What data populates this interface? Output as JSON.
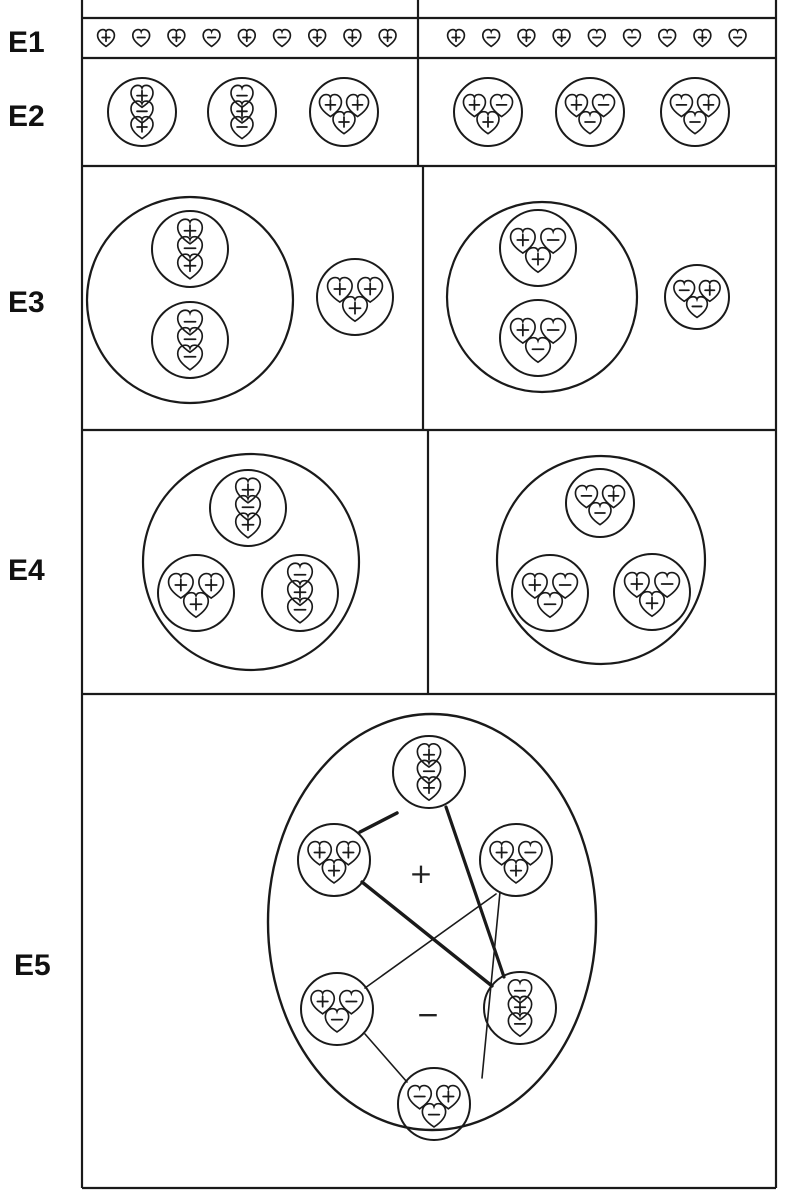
{
  "colors": {
    "ink": "#1a1a1a",
    "paper": "#ffffff"
  },
  "rows": {
    "e1": {
      "label": "E1",
      "left": [
        "+",
        "−",
        "+",
        "−",
        "+",
        "−",
        "+",
        "+",
        "+"
      ],
      "right": [
        "+",
        "−",
        "+",
        "+",
        "−",
        "−",
        "−",
        "+",
        "−"
      ]
    },
    "e2": {
      "label": "E2",
      "groups": [
        [
          "+",
          "−",
          "+"
        ],
        [
          "−",
          "+",
          "−"
        ],
        [
          "+",
          "+",
          "+"
        ],
        [
          "+",
          "−",
          "+"
        ],
        [
          "+",
          "−",
          "−"
        ],
        [
          "−",
          "+",
          "−"
        ]
      ]
    },
    "e3": {
      "label": "E3",
      "left": {
        "inner": [
          [
            "+",
            "−",
            "+"
          ],
          [
            "−",
            "−",
            "−"
          ]
        ],
        "outside": [
          "+",
          "+",
          "+"
        ]
      },
      "right": {
        "inner": [
          [
            "+",
            "−",
            "+"
          ],
          [
            "+",
            "−",
            "−"
          ]
        ],
        "outside": [
          "−",
          "+",
          "−"
        ]
      }
    },
    "e4": {
      "label": "E4",
      "left": [
        [
          "+",
          "−",
          "+"
        ],
        [
          "+",
          "+",
          "+"
        ],
        [
          "−",
          "+",
          "−"
        ]
      ],
      "right": [
        [
          "−",
          "+",
          "−"
        ],
        [
          "+",
          "−",
          "−"
        ],
        [
          "+",
          "−",
          "+"
        ]
      ]
    },
    "e5": {
      "label": "E5",
      "plus_sign": "+",
      "minus_sign": "−",
      "groups": [
        [
          "+",
          "−",
          "+"
        ],
        [
          "+",
          "+",
          "+"
        ],
        [
          "+",
          "−",
          "+"
        ],
        [
          "+",
          "−",
          "−"
        ],
        [
          "−",
          "+",
          "−"
        ],
        [
          "−",
          "+",
          "−"
        ]
      ]
    }
  }
}
